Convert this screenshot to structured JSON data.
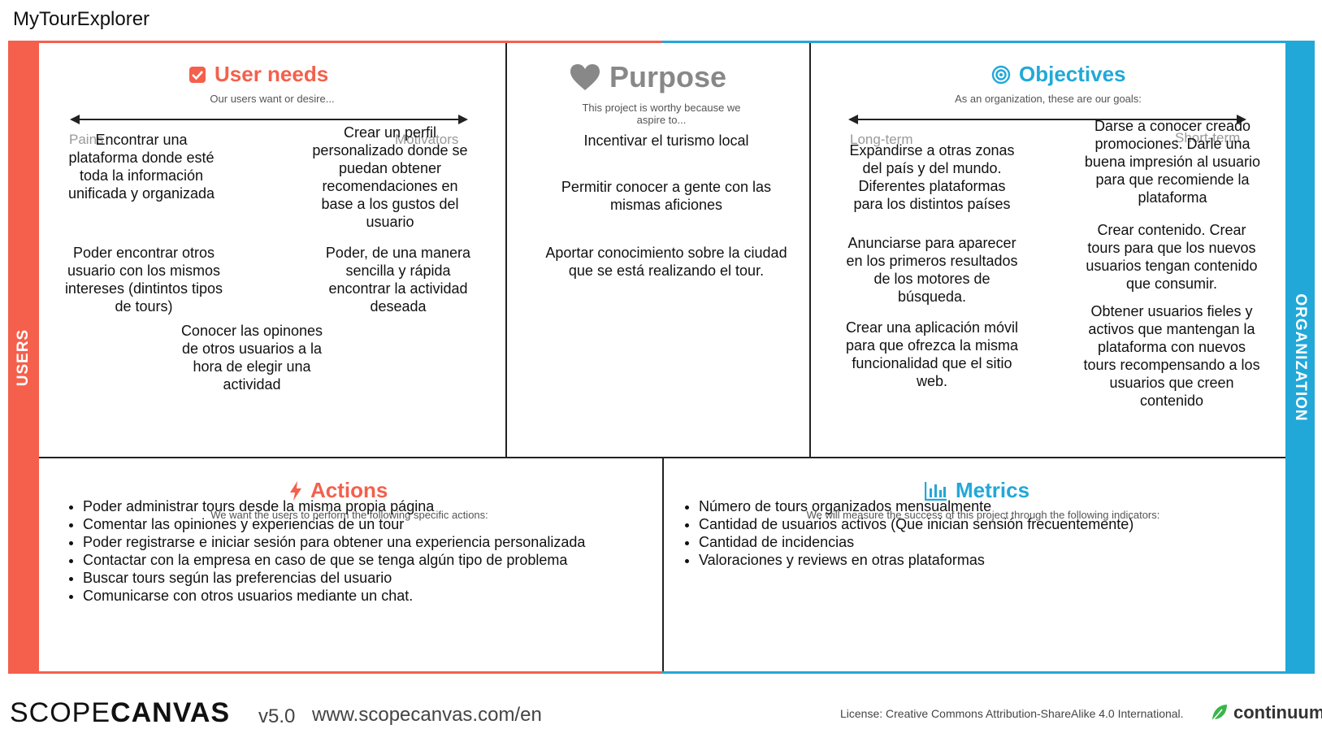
{
  "document_title": "MyTourExplorer",
  "side_labels": {
    "left": "USERS",
    "right": "ORGANIZATION"
  },
  "user_needs": {
    "title": "User needs",
    "subtitle": "Our users want or desire...",
    "axis_left": "Pains",
    "axis_right": "Motivators",
    "notes": [
      "Encontrar una plataforma donde esté toda la información unificada y organizada",
      "Crear un perfil personalizado donde se puedan obtener recomendaciones en base a los gustos del usuario",
      "Poder encontrar otros usuario con los mismos intereses (dintintos tipos de tours)",
      "Poder, de una manera sencilla y rápida encontrar la actividad deseada",
      "Conocer las opinones de otros usuarios a la hora de elegir una actividad"
    ]
  },
  "purpose": {
    "title": "Purpose",
    "subtitle": "This project is worthy because we aspire to...",
    "notes": [
      "Incentivar el turismo local",
      "Permitir conocer a gente con las mismas aficiones",
      "Aportar conocimiento sobre la ciudad que se está realizando el tour."
    ]
  },
  "objectives": {
    "title": "Objectives",
    "subtitle": "As an organization, these are our goals:",
    "axis_left": "Long-term",
    "axis_right": "Short-term",
    "long_term": [
      "Expandirse a otras zonas del país y del mundo. Diferentes plataformas para los distintos países",
      "Anunciarse para aparecer en los primeros resultados de los motores de búsqueda.",
      "Crear una aplicación móvil para que ofrezca la misma funcionalidad que el sitio web."
    ],
    "short_term": [
      "Darse a conocer creado promociones. Darle una buena impresión al usuario para que recomiende la plataforma",
      "Crear contenido. Crear tours para que los nuevos usuarios tengan contenido que consumir.",
      "Obtener usuarios fieles y activos que mantengan la plataforma con nuevos tours recompensando a los usuarios que creen contenido"
    ]
  },
  "actions": {
    "title": "Actions",
    "subtitle": "We want the users to perform the following specific actions:",
    "items": [
      "Poder administrar tours desde la misma propia página",
      "Comentar las opiniones y experiencias de un tour",
      "Poder registrarse e iniciar sesión para obtener una experiencia personalizada",
      "Contactar con la empresa en caso de que se tenga algún tipo de problema",
      "Buscar tours según las preferencias del usuario",
      "Comunicarse con otros usuarios mediante un chat."
    ]
  },
  "metrics": {
    "title": "Metrics",
    "subtitle": "We will measure the success of this project through the following indicators:",
    "items": [
      "Número de tours organizados mensualmente",
      "Cantidad de usuarios activos (Que inician sensión frecuentemente)",
      "Cantidad de incidencias",
      "Valoraciones y reviews en otras plataformas"
    ]
  },
  "footer": {
    "brand_light": "SCOPE",
    "brand_bold": "CANVAS",
    "version": "v5.0",
    "url": "www.scopecanvas.com/en",
    "license": "License: Creative Commons Attribution-ShareAlike 4.0 International.",
    "partner": "continuum"
  },
  "colors": {
    "users": "#f4604c",
    "organization": "#22a8d8",
    "purpose": "#888888"
  }
}
